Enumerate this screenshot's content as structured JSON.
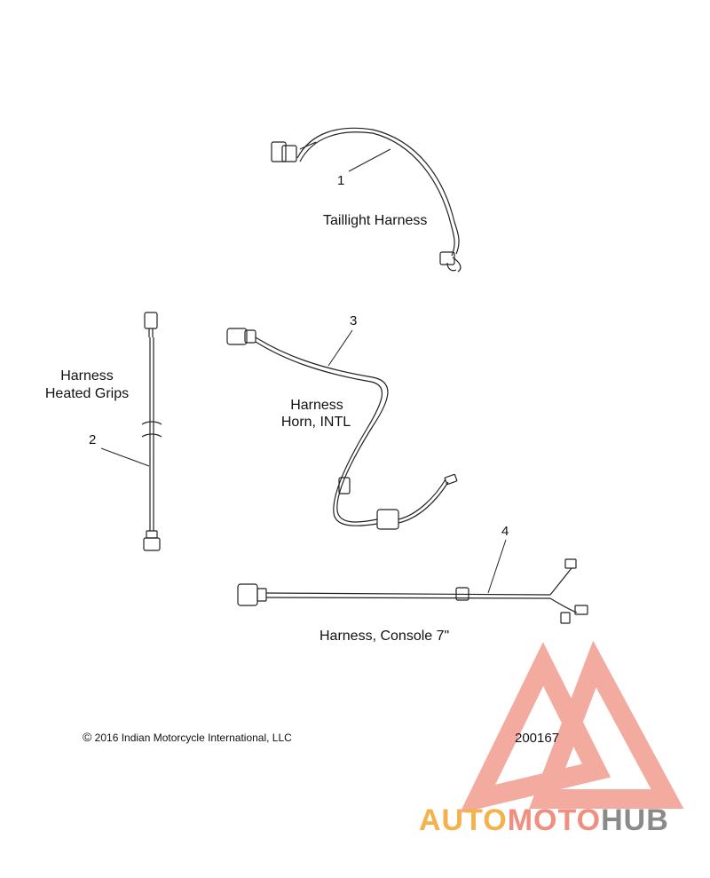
{
  "labels": {
    "taillight": "Taillight Harness",
    "heated_grips_line1": "Harness",
    "heated_grips_line2": "Heated Grips",
    "horn_line1": "Harness",
    "horn_line2": "Horn, INTL",
    "console": "Harness, Console 7\""
  },
  "callouts": [
    "1",
    "2",
    "3",
    "4"
  ],
  "copyright": "2016 Indian Motorcycle International, LLC",
  "copyright_symbol": "©",
  "figure_number": "200167",
  "watermark": {
    "part1": "AUTO",
    "part2": "MOTO",
    "part3": "HUB",
    "colors": {
      "part1": "#f5b24a",
      "part2": "#f08e7f",
      "part3": "#8a8a8a",
      "triangle": "#f08e7f"
    }
  }
}
